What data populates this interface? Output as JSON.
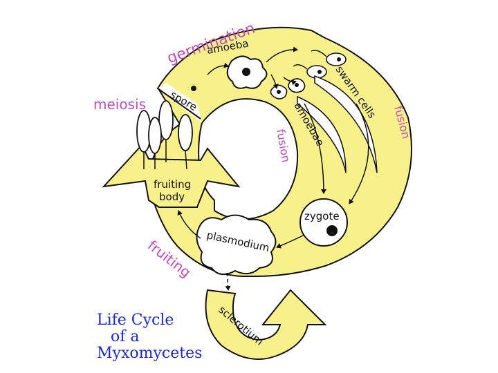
{
  "diagram": {
    "title_lines": [
      "Life Cycle",
      "of a",
      "Myxomycetes"
    ],
    "labels": {
      "germination": "germination",
      "amoeba": "amoeba",
      "spore": "spore",
      "meiosis": "meiosis",
      "amoebae": "amoebae",
      "swarm_cells": "swarm cells",
      "fusion_right": "fusion",
      "fusion_inner": "fusion",
      "fruiting_body_line1": "fruiting",
      "fruiting_body_line2": "body",
      "zygote": "zygote",
      "plasmodium": "plasmodium",
      "fruiting": "fruiting",
      "sclerotium": "sclerotium"
    },
    "colors": {
      "band_fill": "#f8f08a",
      "outline": "#111111",
      "stage_label": "#c04cb8",
      "title": "#1c28c8"
    }
  }
}
